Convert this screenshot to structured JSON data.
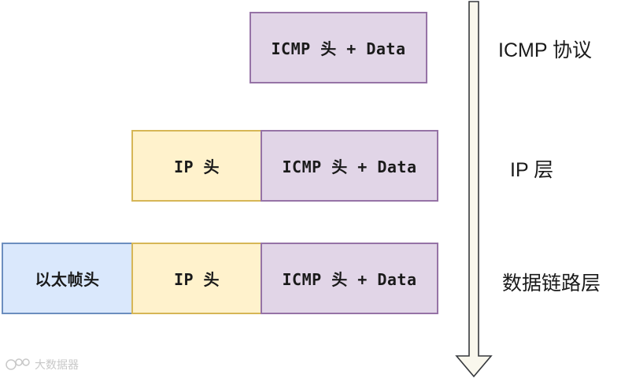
{
  "rows": {
    "icmp": {
      "payload": "ICMP 头 + Data",
      "layer": "ICMP 协议"
    },
    "ip": {
      "ip_header": "IP 头",
      "payload": "ICMP 头 + Data",
      "layer": "IP 层"
    },
    "link": {
      "eth_header": "以太帧头",
      "ip_header": "IP 头",
      "payload": "ICMP 头 + Data",
      "layer": "数据链路层"
    }
  },
  "colors": {
    "payload_fill": "#e1d5e7",
    "payload_stroke": "#9673a6",
    "ip_fill": "#fff2cc",
    "ip_stroke": "#d6b656",
    "eth_fill": "#dae8fc",
    "eth_stroke": "#6c8ebf"
  },
  "watermark": {
    "icon": "wechat-logo-icon",
    "text": "大数据器"
  }
}
